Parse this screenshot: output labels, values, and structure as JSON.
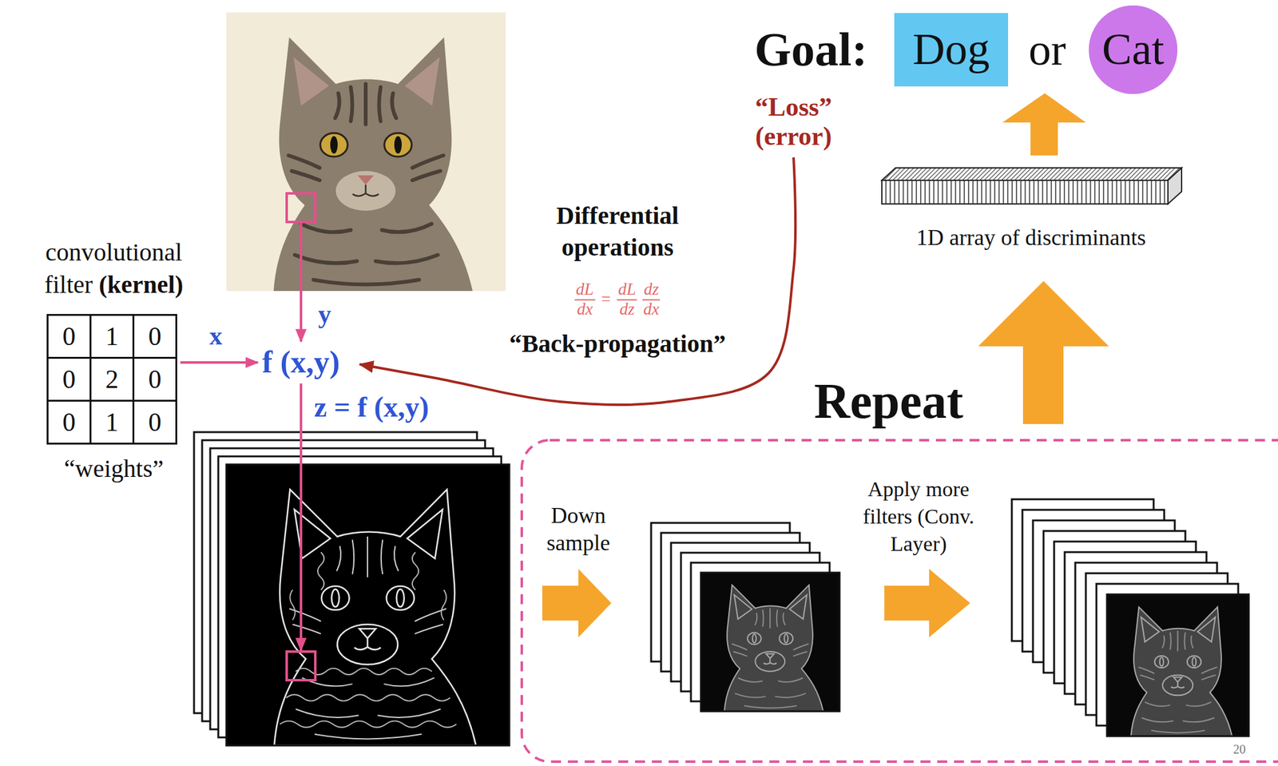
{
  "diagram": {
    "nodes": [
      {
        "text": [
          "Dog"
        ]
      },
      {
        "text": [
          "Cat"
        ]
      }
    ],
    "labels": [
      "Goal:",
      "or",
      "“Loss” (error)",
      "Differential operations",
      "dL",
      "dx",
      "=",
      "dL",
      "dz",
      "dz",
      "dx",
      "“Back-propagation”",
      "1D array of discriminants",
      "convolutional filter",
      "(kernel)",
      "y",
      "x",
      "f (x,y)",
      "0",
      "1",
      "0",
      "0",
      "2",
      "0",
      "0",
      "1",
      "0",
      "z = f (x,y)",
      "Repeat",
      "“weights”",
      "Down sample",
      "Apply more filters (Conv. Layer)",
      "20"
    ]
  }
}
